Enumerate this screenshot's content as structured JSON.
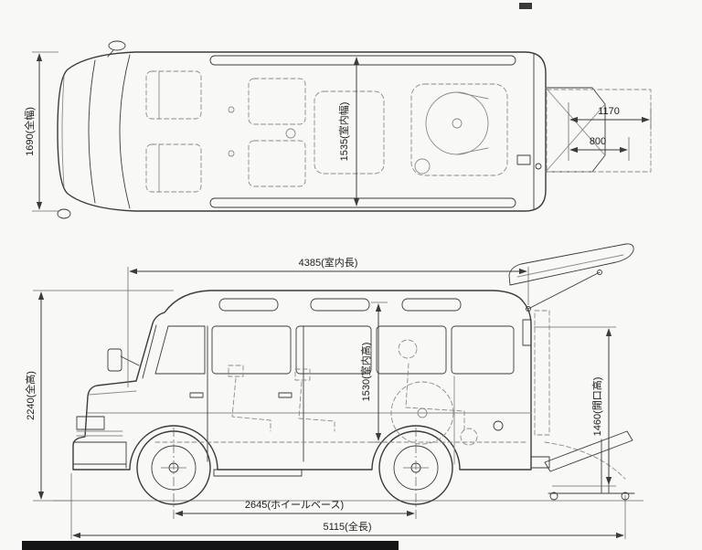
{
  "colors": {
    "ink": "#3b3b3b",
    "paper": "#f8f8f6"
  },
  "top_view": {
    "dim_overall_width": "1690(全幅)",
    "dim_interior_width": "1535(室内幅)",
    "dim_lift_length": "1170",
    "dim_lift_width": "800"
  },
  "side_view": {
    "dim_interior_length": "4385(室内長)",
    "dim_overall_height": "2240(全高)",
    "dim_interior_height": "1530(室内高)",
    "dim_opening_height": "1460(開口高)",
    "dim_wheelbase": "2645(ホイールベース)",
    "dim_overall_length": "5115(全長)"
  }
}
